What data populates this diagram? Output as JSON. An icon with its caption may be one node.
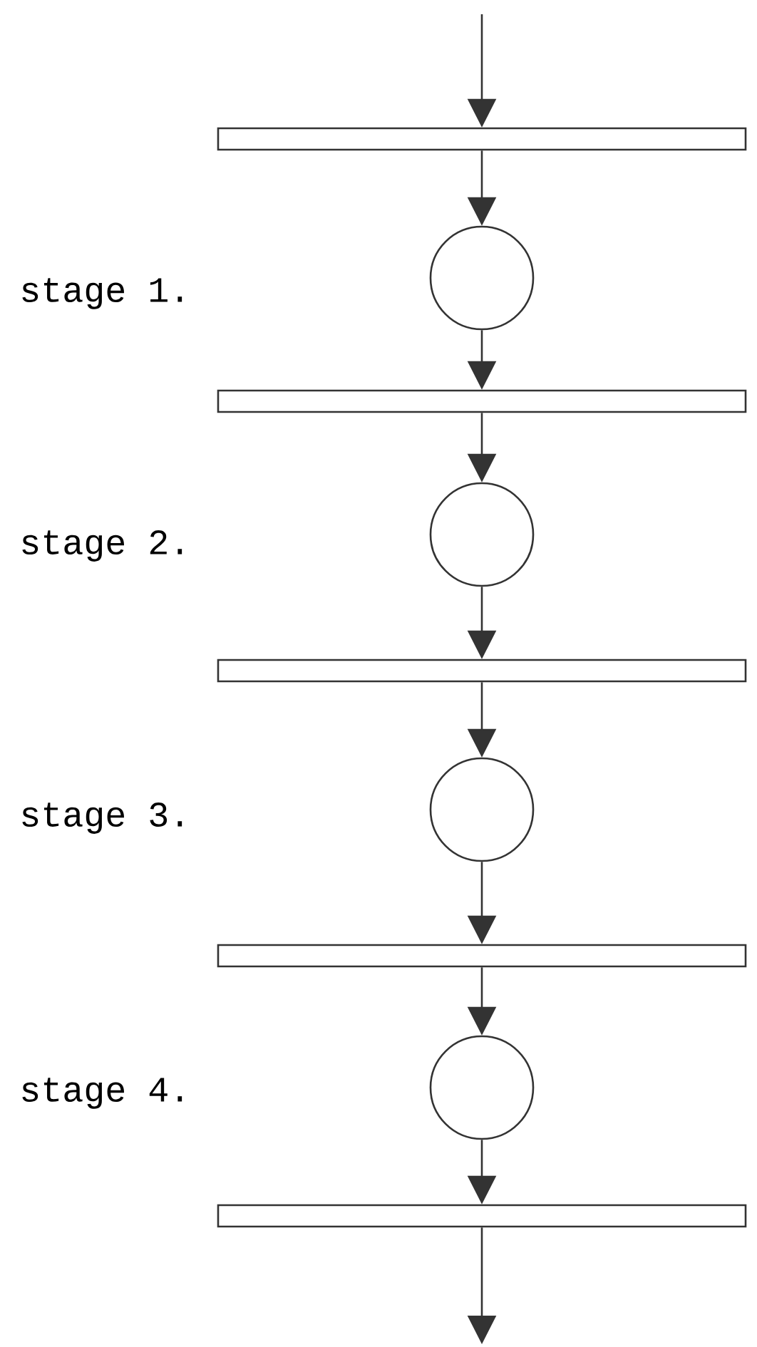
{
  "diagram": {
    "nodes": [
      {
        "text": [],
        "shape": "bar"
      },
      {
        "text": [],
        "shape": "circle"
      },
      {
        "text": [],
        "shape": "bar"
      },
      {
        "text": [],
        "shape": "circle"
      },
      {
        "text": [],
        "shape": "bar"
      },
      {
        "text": [],
        "shape": "circle"
      },
      {
        "text": [],
        "shape": "bar"
      },
      {
        "text": [],
        "shape": "circle"
      },
      {
        "text": [],
        "shape": "bar"
      }
    ],
    "edges": [
      {
        "from": null,
        "to": 0,
        "arrow": "to"
      },
      {
        "from": 0,
        "to": 1,
        "arrow": "to"
      },
      {
        "from": 1,
        "to": 2,
        "arrow": "to"
      },
      {
        "from": 2,
        "to": 3,
        "arrow": "to"
      },
      {
        "from": 3,
        "to": 4,
        "arrow": "to"
      },
      {
        "from": 4,
        "to": 5,
        "arrow": "to"
      },
      {
        "from": 5,
        "to": 6,
        "arrow": "to"
      },
      {
        "from": 6,
        "to": 7,
        "arrow": "to"
      },
      {
        "from": 7,
        "to": 8,
        "arrow": "to"
      },
      {
        "from": 8,
        "to": null,
        "arrow": "to"
      }
    ],
    "labels": [
      "stage 1.",
      "stage 2.",
      "stage 3.",
      "stage 4."
    ]
  }
}
